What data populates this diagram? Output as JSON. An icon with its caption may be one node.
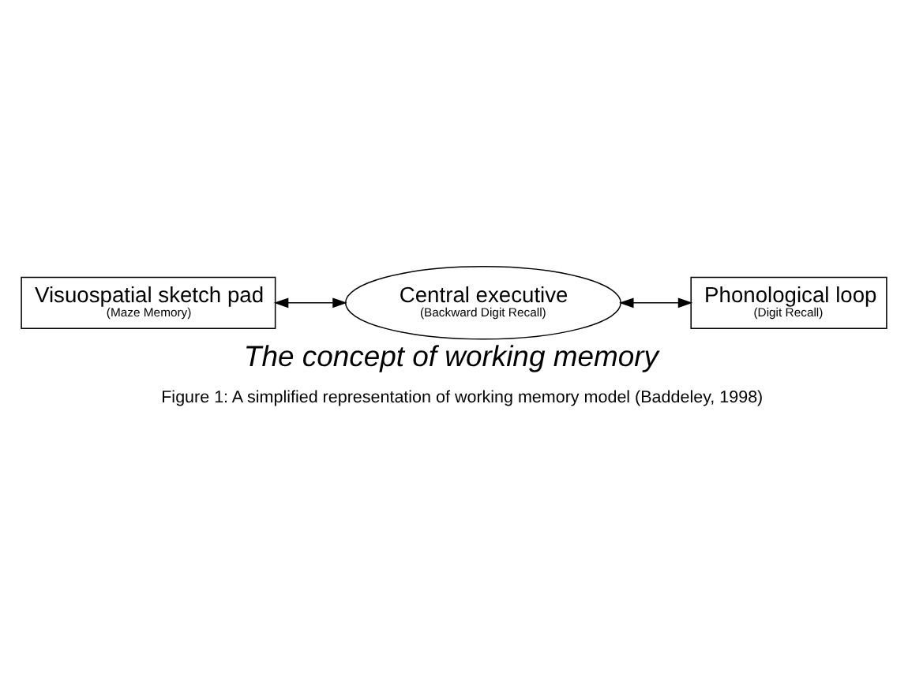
{
  "diagram": {
    "title": "The concept of working memory",
    "caption": "Figure 1: A simplified representation of working memory model (Baddeley, 1998)",
    "nodes": [
      {
        "text": [
          "Visuospatial sketch pad",
          "(Maze Memory)"
        ]
      },
      {
        "text": [
          "Central executive",
          "(Backward Digit Recall)"
        ]
      },
      {
        "text": [
          "Phonological loop",
          "(Digit Recall)"
        ]
      }
    ],
    "edges": [
      {
        "from": 1,
        "to": 0,
        "arrow": "both"
      },
      {
        "from": 1,
        "to": 2,
        "arrow": "both"
      }
    ]
  }
}
